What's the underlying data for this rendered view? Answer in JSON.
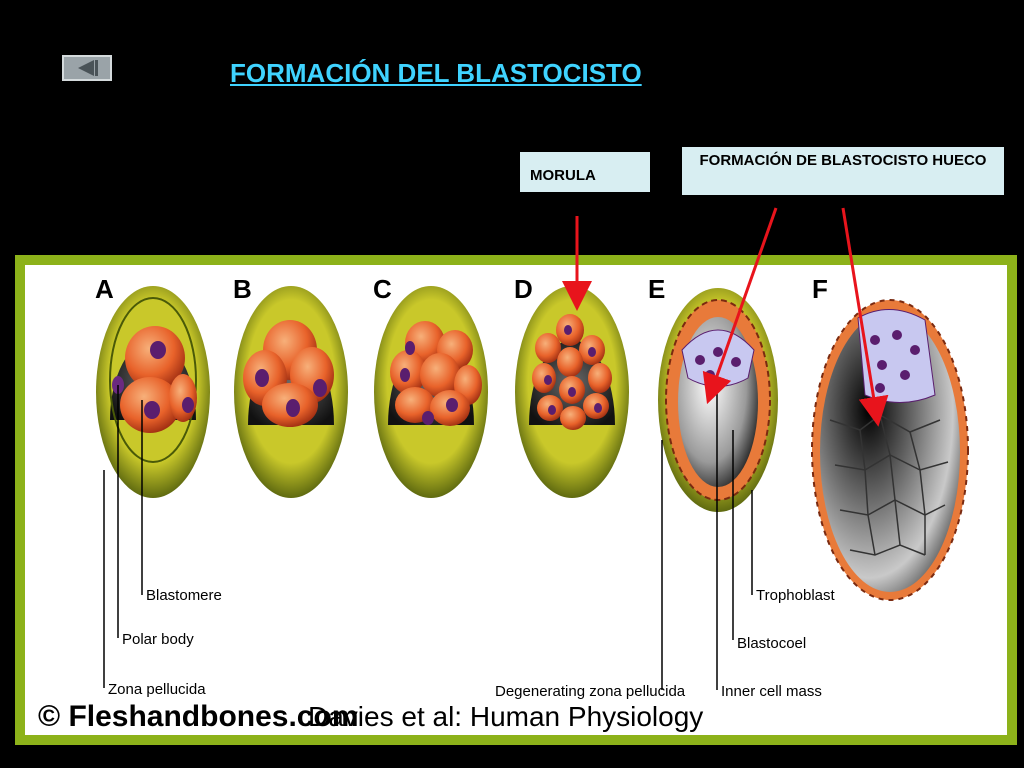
{
  "title": "FORMACIÓN DEL BLASTOCISTO",
  "labels": {
    "morula": "MORULA",
    "formacion": "FORMACIÓN DE BLASTOCISTO HUECO"
  },
  "diagram": {
    "letters": [
      "A",
      "B",
      "C",
      "D",
      "E",
      "F"
    ],
    "annotations": {
      "blastomere": "Blastomere",
      "polar_body": "Polar body",
      "zona_pellucida": "Zona pellucida",
      "degenerating_zona": "Degenerating zona pellucida",
      "trophoblast": "Trophoblast",
      "blastocoel": "Blastocoel",
      "inner_cell_mass": "Inner cell mass"
    },
    "credit_site": "© Fleshandbones.com",
    "credit_source": "Davies et al: Human Physiology"
  },
  "colors": {
    "title": "#3fd3ff",
    "panel_border": "#8db21a",
    "arrow": "#e8141c",
    "zona": "#b8b81e",
    "cell": "#e8622a",
    "nucleus": "#5a1e6e"
  },
  "icons": {
    "back": "back-arrow-icon"
  }
}
